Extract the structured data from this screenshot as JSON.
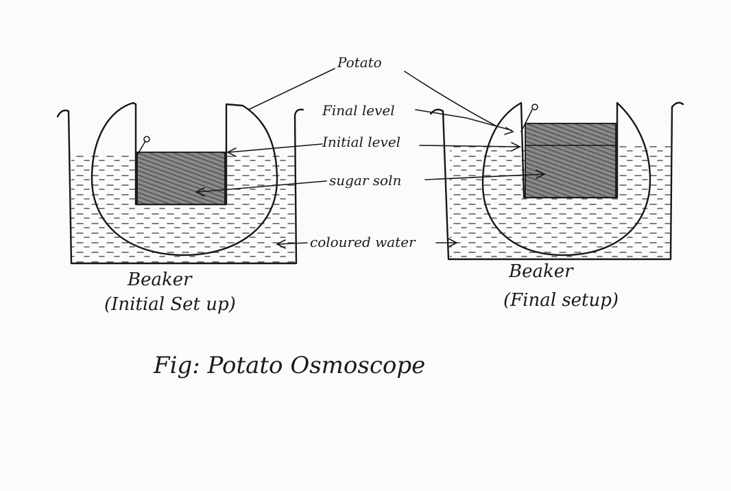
{
  "labels": {
    "potato": "Potato",
    "final_level": "Final level",
    "initial_level": "Initial level",
    "sugar_soln": "sugar soln",
    "coloured_water": "coloured water"
  },
  "captions": {
    "left_line1": "Beaker",
    "left_line2": "(Initial Set up)",
    "right_line1": "Beaker",
    "right_line2": "(Final setup)"
  },
  "figure_title": "Fig: Potato Osmoscope",
  "colors": {
    "ink": "#161616",
    "paper": "#fbfbf9",
    "shading": "#6e6e6e"
  }
}
